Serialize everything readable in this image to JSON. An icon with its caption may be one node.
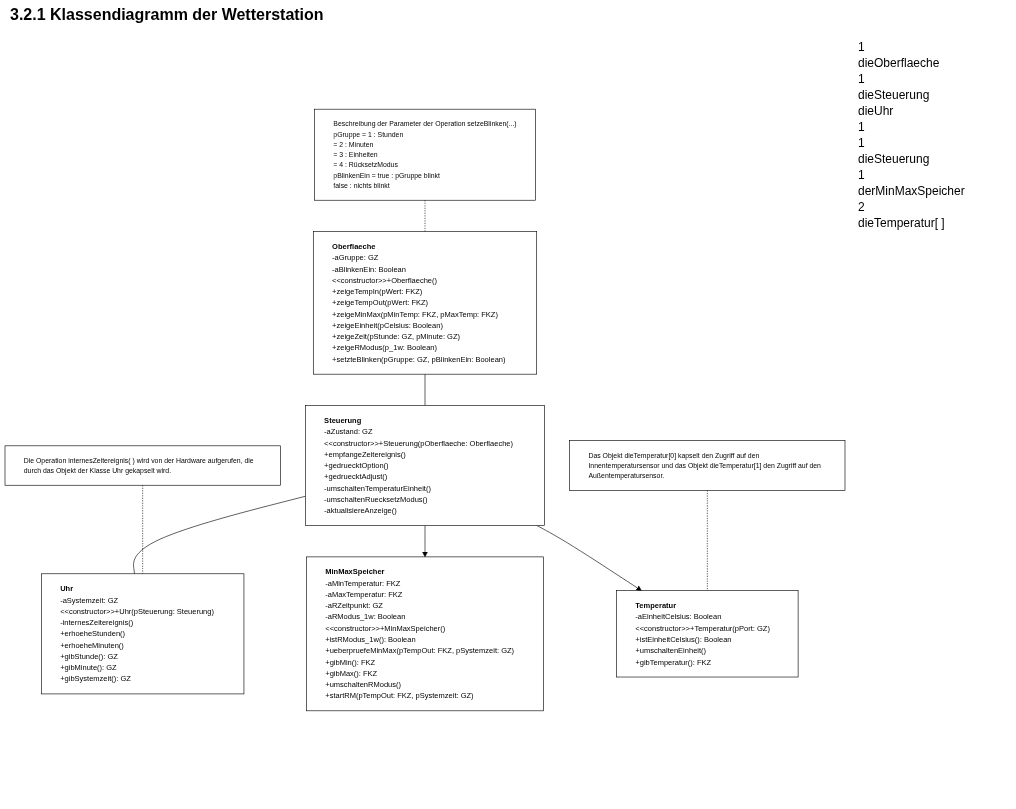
{
  "diagram": {
    "title": "3.2.1 Klassendiagramm der Wetterstation",
    "nodes": [
      {
        "text": [
          "Oberflaeche",
          "-aGruppe: GZ",
          "-aBlinkenEin: Boolean",
          "<<constructor>>+Oberflaeche()",
          "+zeigeTempIn(pWert: FKZ)",
          "+zeigeTempOut(pWert: FKZ)",
          "+zeigeMinMax(pMinTemp: FKZ, pMaxTemp: FKZ)",
          "+zeigeEinheit(pCelsius: Boolean)",
          "+zeigeZeit(pStunde: GZ, pMinute: GZ)",
          "+zeigeRModus(p_1w: Boolean)",
          "+setzteBlinken(pGruppe: GZ, pBlinkenEin: Boolean)"
        ]
      },
      {
        "text": [
          "Beschreibung der Parameter der Operation setzeBlinken(...)",
          "pGruppe = 1 : Stunden",
          "= 2 : Minuten",
          "= 3 : Einheiten",
          "= 4 : RücksetzModus",
          "pBlinkenEin = true : pGruppe blinkt",
          "false : nichts blinkt"
        ]
      },
      {
        "text": [
          "Uhr",
          "-aSystemzeit: GZ",
          "<<constructor>>+Uhr(pSteuerung: Steuerung)",
          "-internesZeitereignis()",
          "+erhoeheStunden()",
          "+erhoeheMinuten()",
          "+gibStunde(): GZ",
          "+gibMinute(): GZ",
          "+gibSystemzeit(): GZ"
        ]
      },
      {
        "text": [
          "Steuerung",
          "-aZustand: GZ",
          "<<constructor>>+Steuerung(pOberflaeche: Oberflaeche)",
          "+empfangeZeitereignis()",
          "+gedruecktOption()",
          "+gedruecktAdjust()",
          "-umschaltenTemperaturEinheit()",
          "-umschaltenRuecksetzModus()",
          "-aktualisiereAnzeige()"
        ]
      },
      {
        "text": [
          "Die Operation internesZeitereignis( ) wird von der Hardware aufgerufen, die durch das Objekt der Klasse Uhr gekapselt wird."
        ]
      },
      {
        "text": [
          "MinMaxSpeicher",
          "-aMinTemperatur: FKZ",
          "-aMaxTemperatur: FKZ",
          "-aRZeitpunkt: GZ",
          "-aRModus_1w: Boolean",
          "<<constructor>>+MinMaxSpeicher()",
          "+istRModus_1w(): Boolean",
          "+ueberpruefeMinMax(pTempOut: FKZ, pSystemzeit: GZ)",
          "+gibMin(): FKZ",
          "+gibMax(): FKZ",
          "+umschaltenRModus()",
          "+startRM(pTempOut: FKZ, pSystemzeit: GZ)"
        ]
      },
      {
        "text": [
          "Temperatur",
          "-aEinheitCelsius: Boolean",
          "<<constructor>>+Temperatur(pPort: GZ)",
          "+istEinheitCelsius(): Boolean",
          "+umschaltenEinheit()",
          "+gibTemperatur(): FKZ"
        ]
      },
      {
        "text": [
          "Das Objekt dieTemperatur[0] kapselt den Zugriff auf den Innentemperatursensor und das Objekt dieTemperatur[1] den Zugriff auf den Außentemperatursensor."
        ]
      }
    ],
    "edges": [
      {
        "from": 0,
        "to": 3,
        "arrow": "none"
      },
      {
        "from": 3,
        "to": 2,
        "arrow": "none"
      },
      {
        "from": 3,
        "to": 5,
        "arrow": "to"
      },
      {
        "from": 3,
        "to": 6,
        "arrow": "to"
      },
      {
        "from": 1,
        "to": 0,
        "arrow": "none",
        "style": "dashed"
      },
      {
        "from": 4,
        "to": 2,
        "arrow": "none",
        "style": "dashed"
      },
      {
        "from": 7,
        "to": 6,
        "arrow": "none",
        "style": "dashed"
      }
    ],
    "labels": [
      "1",
      "dieOberflaeche",
      "1",
      "dieSteuerung",
      "dieUhr",
      "1",
      "1",
      "dieSteuerung",
      "1",
      "derMinMaxSpeicher",
      "2",
      "dieTemperatur[ ]"
    ]
  }
}
